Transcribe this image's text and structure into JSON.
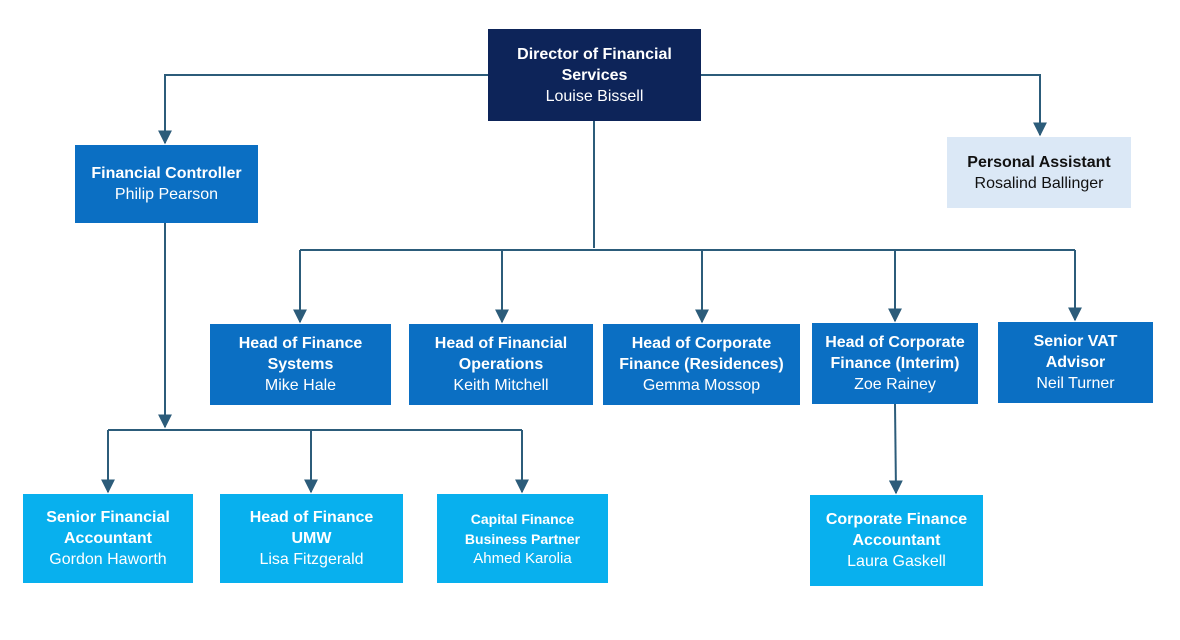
{
  "colors": {
    "director": "#0d2459",
    "head": "#0b6fc3",
    "staff": "#08b0ee",
    "assistant": "#dbe8f6",
    "connector": "#2c5c7a"
  },
  "nodes": {
    "director": {
      "title": "Director of Financial\nServices",
      "name": "Louise Bissell"
    },
    "assistant": {
      "title": "Personal Assistant",
      "name": "Rosalind Ballinger"
    },
    "controller": {
      "title": "Financial Controller",
      "name": "Philip Pearson"
    },
    "finance_systems": {
      "title": "Head of Finance\nSystems",
      "name": "Mike Hale"
    },
    "financial_operations": {
      "title": "Head of Financial\nOperations",
      "name": "Keith Mitchell"
    },
    "corporate_residences": {
      "title": "Head of Corporate\nFinance (Residences)",
      "name": "Gemma Mossop"
    },
    "corporate_interim": {
      "title": "Head of Corporate\nFinance (Interim)",
      "name": "Zoe Rainey"
    },
    "vat_advisor": {
      "title": "Senior VAT\nAdvisor",
      "name": "Neil Turner"
    },
    "senior_accountant": {
      "title": "Senior Financial\nAccountant",
      "name": "Gordon Haworth"
    },
    "head_umw": {
      "title": "Head of Finance\nUMW",
      "name": "Lisa Fitzgerald"
    },
    "capital_partner": {
      "title": "Capital Finance\nBusiness Partner",
      "name": "Ahmed Karolia"
    },
    "corporate_accountant": {
      "title": "Corporate Finance\nAccountant",
      "name": "Laura Gaskell"
    }
  }
}
